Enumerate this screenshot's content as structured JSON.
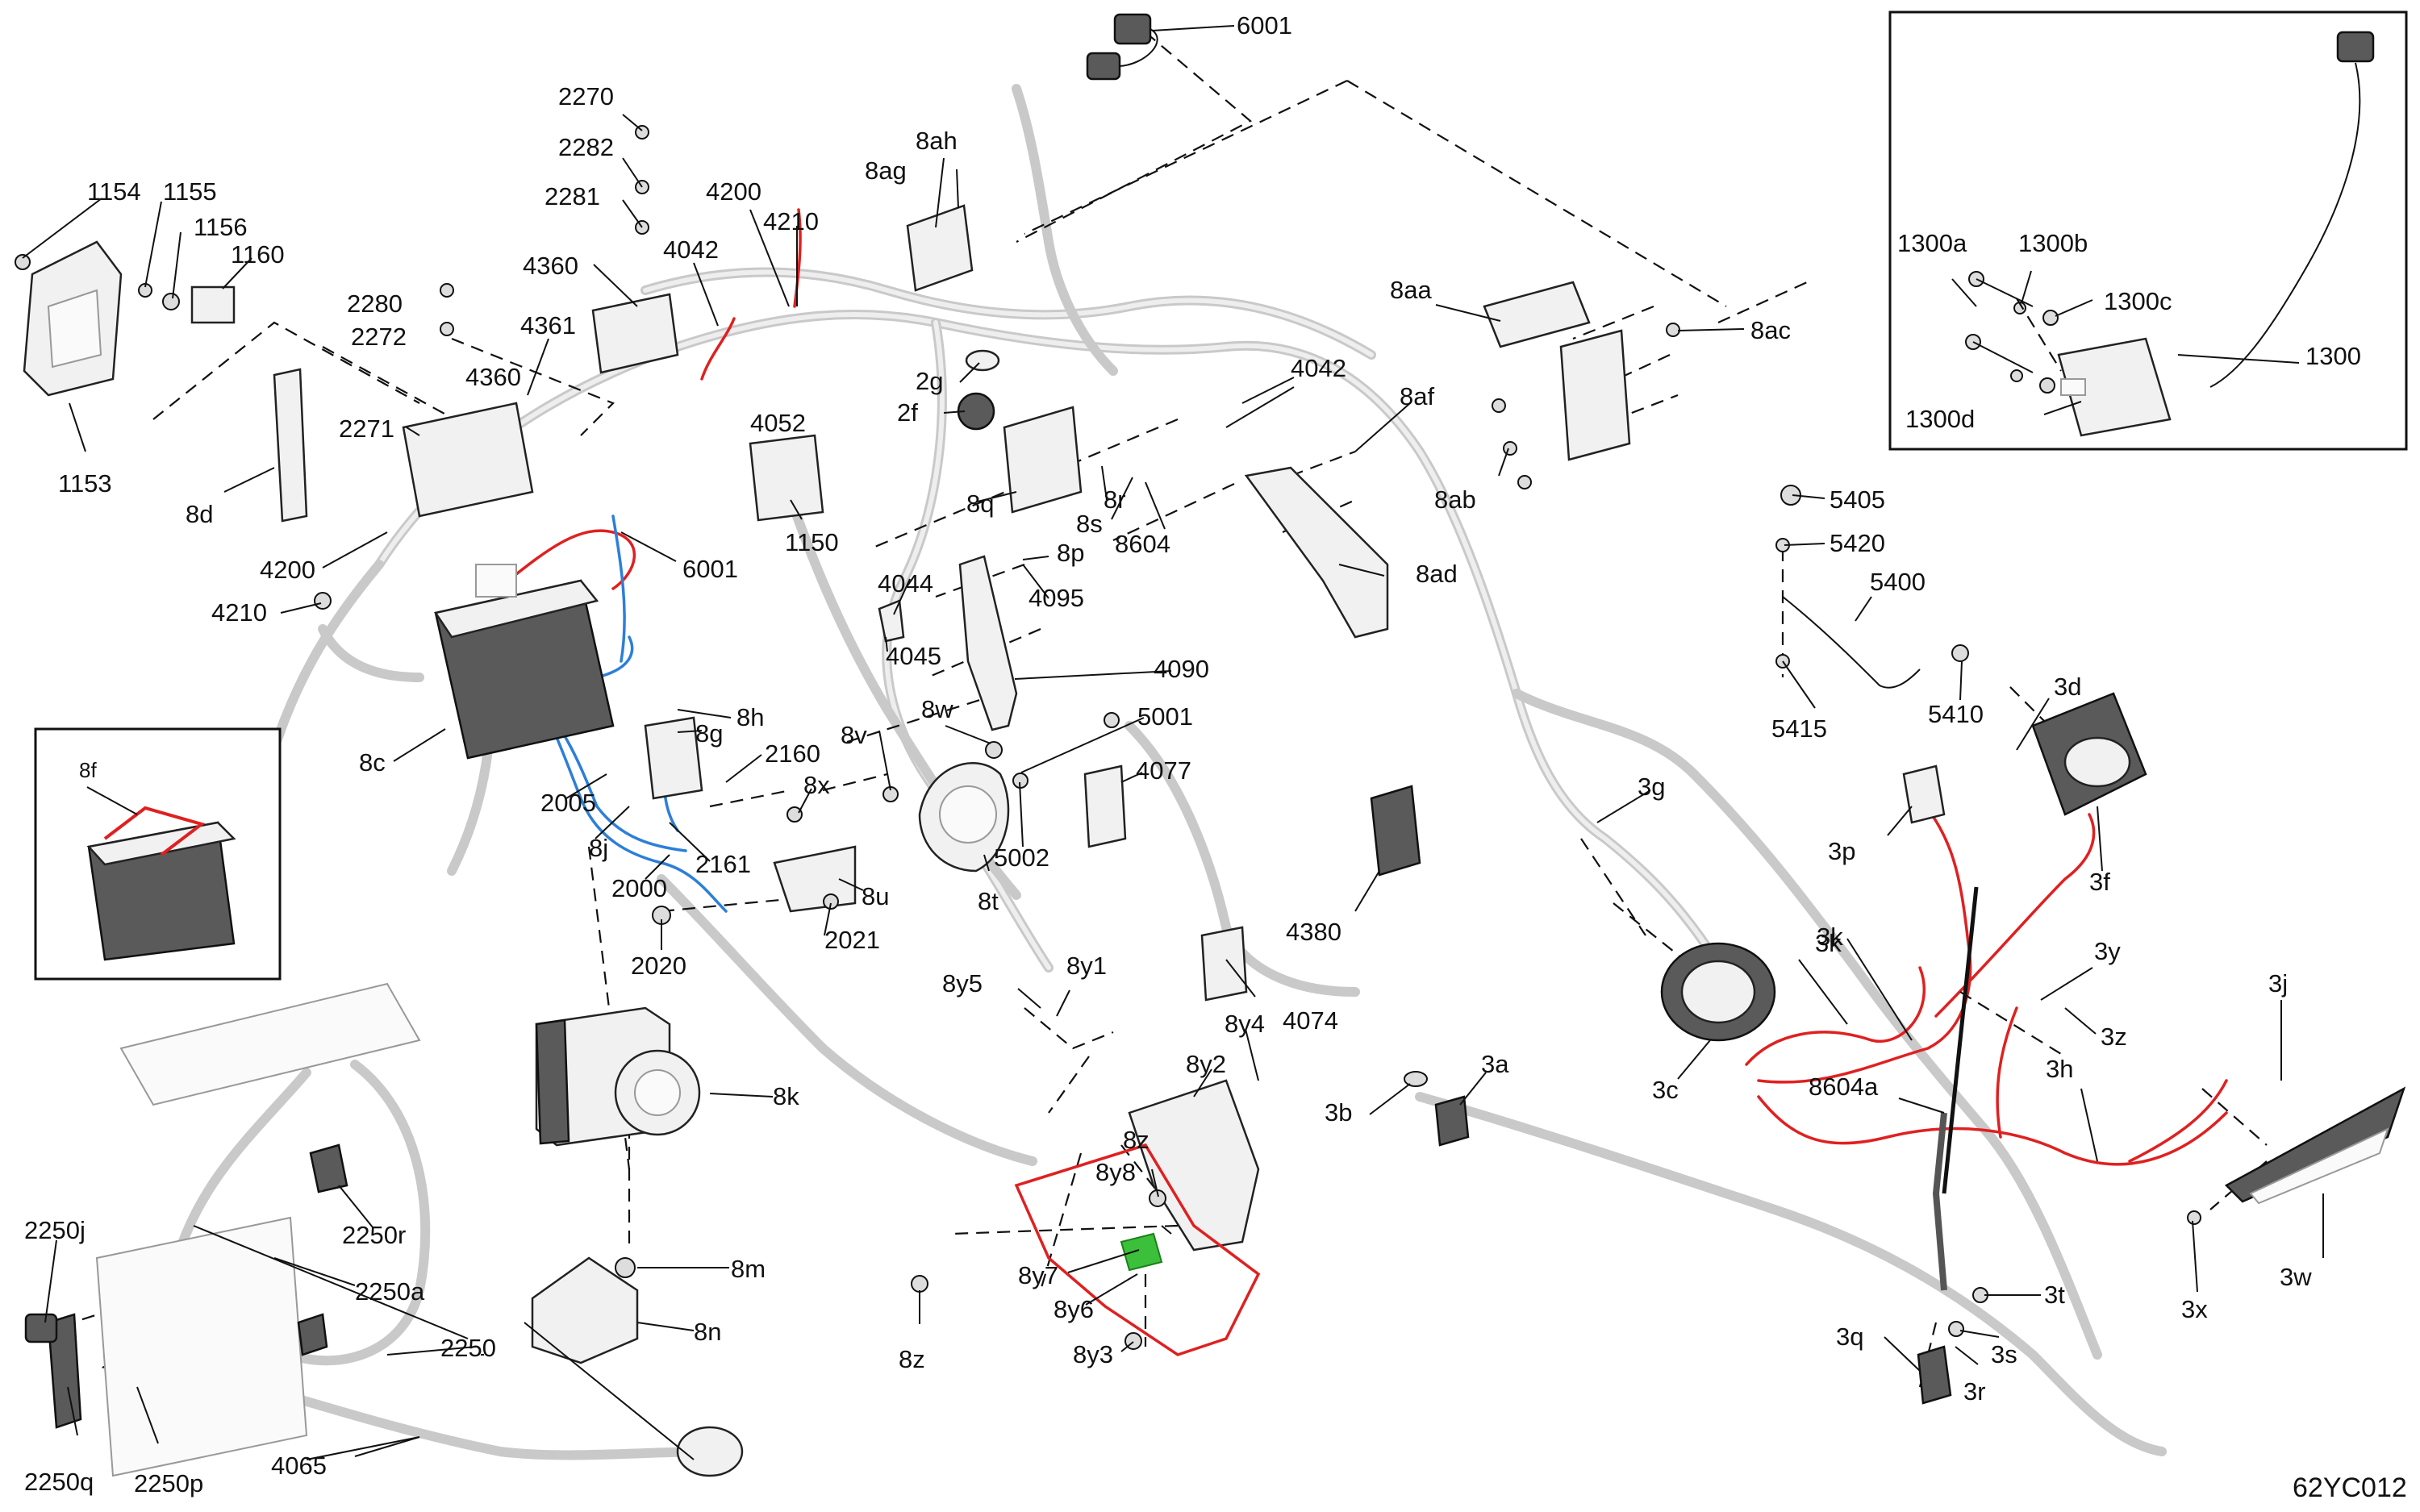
{
  "drawing_id": "62YC012",
  "callouts": [
    "6001",
    "2270",
    "2282",
    "2281",
    "4200",
    "4210",
    "8ah",
    "8ag",
    "1154",
    "1155",
    "1156",
    "1160",
    "4042",
    "4360",
    "2280",
    "2272",
    "4361",
    "4360",
    "4052",
    "8aa",
    "8ac",
    "2g",
    "2f",
    "4042",
    "8af",
    "2271",
    "8d",
    "1153",
    "8q",
    "8s",
    "8r",
    "8604",
    "8ab",
    "1150",
    "6001",
    "4200",
    "8p",
    "4095",
    "4044",
    "8ad",
    "4210",
    "4045",
    "4090",
    "8h",
    "8g",
    "8w",
    "5001",
    "8c",
    "2160",
    "8v",
    "4077",
    "8x",
    "2005",
    "8j",
    "2161",
    "5002",
    "8t",
    "2000",
    "8u",
    "2021",
    "2020",
    "4380",
    "8y5",
    "8y1",
    "4074",
    "8y4",
    "8y2",
    "8k",
    "8z",
    "8y8",
    "8y7",
    "8y6",
    "8y3",
    "8z",
    "8m",
    "8n",
    "2250j",
    "2250r",
    "2250a",
    "2250",
    "2250q",
    "2250p",
    "4065",
    "1300a",
    "1300b",
    "1300c",
    "1300",
    "1300d",
    "5405",
    "5420",
    "5400",
    "5415",
    "5410",
    "3d",
    "3g",
    "3p",
    "3f",
    "3k",
    "3y",
    "3z",
    "3k",
    "3j",
    "8604a",
    "3h",
    "3c",
    "3b",
    "3a",
    "3w",
    "3x",
    "3t",
    "3q",
    "3s",
    "3r"
  ],
  "inset_battery_label": "8f",
  "inset_module_labels": [
    "1300a",
    "1300b",
    "1300c",
    "1300",
    "1300d"
  ]
}
